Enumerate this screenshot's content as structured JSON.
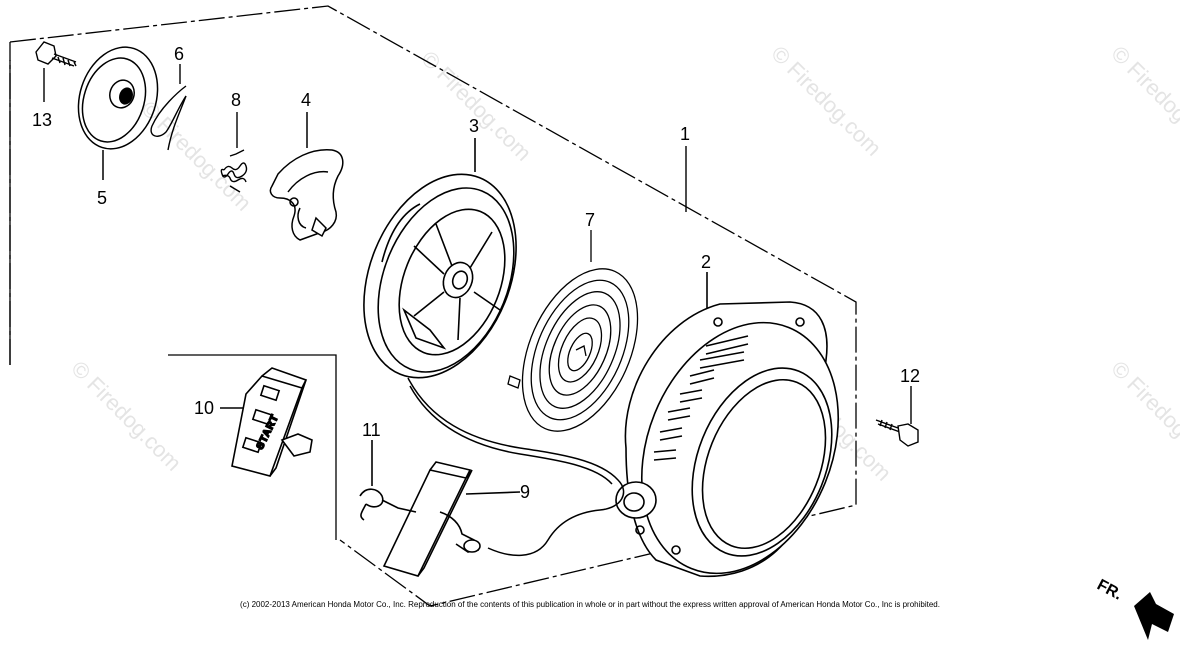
{
  "parts": [
    {
      "id": "1",
      "label": "1"
    },
    {
      "id": "2",
      "label": "2"
    },
    {
      "id": "3",
      "label": "3"
    },
    {
      "id": "4",
      "label": "4"
    },
    {
      "id": "5",
      "label": "5"
    },
    {
      "id": "6",
      "label": "6"
    },
    {
      "id": "7",
      "label": "7"
    },
    {
      "id": "8",
      "label": "8"
    },
    {
      "id": "9",
      "label": "9"
    },
    {
      "id": "10",
      "label": "10"
    },
    {
      "id": "11",
      "label": "11"
    },
    {
      "id": "12",
      "label": "12"
    },
    {
      "id": "13",
      "label": "13"
    }
  ],
  "grip_text": "START",
  "direction_label": "FR.",
  "watermark": "© Firedog.com",
  "copyright": "(c) 2002-2013 American Honda Motor Co., Inc. Reproduction of the contents of this publication in whole or in part without the express written approval of American Honda Motor Co., Inc is prohibited.",
  "colors": {
    "line": "#000000",
    "watermark": "#e4e4e4",
    "background": "#ffffff"
  }
}
